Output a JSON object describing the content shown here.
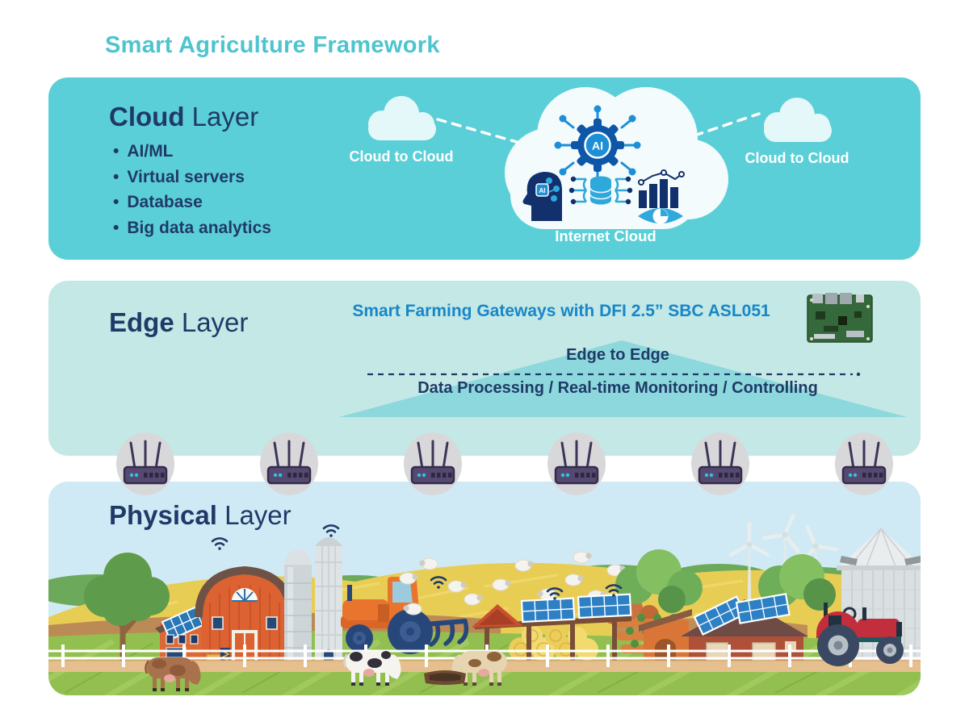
{
  "title": "Smart Agriculture Framework",
  "palette": {
    "title_teal": "#4EC4CF",
    "cloud_panel": "#5BCFD7",
    "edge_panel": "#C3E8E5",
    "physical_sky": "#D0EAF5",
    "navy_text": "#1F3A68",
    "gateway_blue": "#1886C8",
    "triangle_teal": "#8DD8DC",
    "router_purple": "#554971"
  },
  "cloud_layer": {
    "heading": {
      "bold": "Cloud",
      "light": " Layer"
    },
    "bullets": [
      "AI/ML",
      "Virtual servers",
      "Database",
      "Big data analytics"
    ],
    "connections": {
      "left": "Cloud to Cloud",
      "right": "Cloud to Cloud"
    },
    "center_cloud": "Internet Cloud",
    "ai_label": "AI",
    "icons": [
      "ai-gear-icon",
      "ai-head-icon",
      "data-integration-icon",
      "analytics-eye-icon"
    ]
  },
  "edge_layer": {
    "heading": {
      "bold": "Edge",
      "light": " Layer"
    },
    "gateway_caption": "Smart Farming Gateways with DFI 2.5” SBC ASL051",
    "connection": "Edge to Edge",
    "functions": "Data Processing / Real-time Monitoring / Controlling",
    "board_icon": "dfi-asl051-sbc-board"
  },
  "gateway_row": {
    "router_count": 6,
    "icon": "wifi-router-icon"
  },
  "physical_layer": {
    "heading": {
      "bold": "Physical",
      "light": " Layer"
    },
    "scene_icons": [
      "barn",
      "grain-silos",
      "solar-panels",
      "tractor-with-plow",
      "sheep-flock",
      "cows",
      "hay-shed",
      "farmhouse",
      "wind-turbines",
      "grain-bin",
      "red-tractor",
      "wifi-sensors",
      "fence",
      "trees"
    ]
  }
}
